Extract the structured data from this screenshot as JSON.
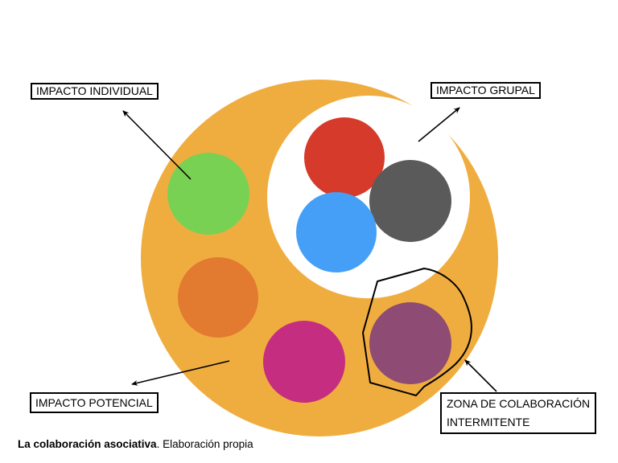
{
  "diagram": {
    "labels": {
      "individual": "IMPACTO INDIVIDUAL",
      "grupal": "IMPACTO GRUPAL",
      "potencial": "IMPACTO POTENCIAL",
      "zona_line1": "ZONA DE COLABORACIÓN",
      "zona_line2": "INTERMITENTE"
    },
    "caption": {
      "title": "La colaboración asociativa",
      "rest": ". Elaboración propia"
    },
    "colors": {
      "outer_orange": "#F0AD3F",
      "white_core": "#FFFFFF",
      "green": "#79D154",
      "red": "#D63A2A",
      "gray": "#5B5A5A",
      "blue": "#469FF6",
      "inner_orange": "#E27A30",
      "magenta": "#C52E80",
      "purple": "#8E4B73",
      "line": "#000000"
    }
  }
}
